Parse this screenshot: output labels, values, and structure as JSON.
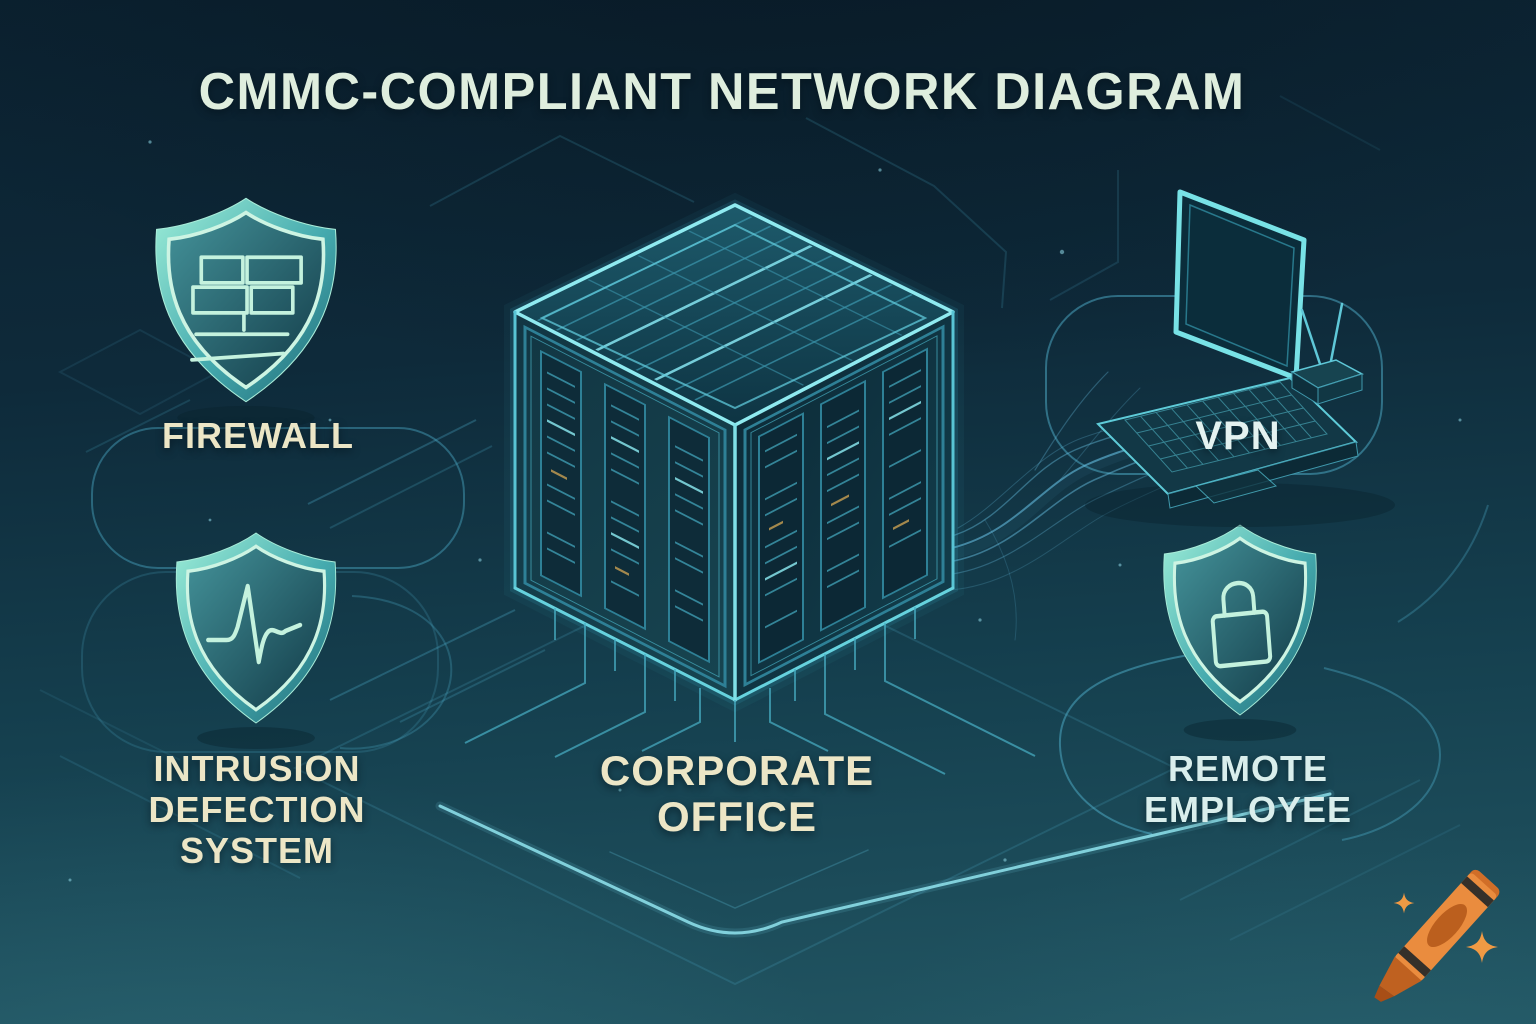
{
  "title": "CMMC-COMPLIANT NETWORK DIAGRAM",
  "nodes": {
    "firewall": {
      "label": "FIREWALL",
      "icon": "shield-brick-wall-icon"
    },
    "intrusion_detection_system": {
      "label": "INTRUSION DEFECTION SYSTEM",
      "lines": [
        "INTRUSION",
        "DEFECTION",
        "SYSTEM"
      ],
      "icon": "shield-pulse-icon"
    },
    "corporate_office": {
      "label": "CORPORATE OFFICE",
      "lines": [
        "CORPORATE",
        "OFFICE"
      ],
      "icon": "isometric-server-cube"
    },
    "vpn": {
      "label": "VPN",
      "icon": "laptop-and-router"
    },
    "remote_employee": {
      "label": "REMOTE EMPLOYEE",
      "lines": [
        "REMOTE",
        "EMPLOYEE"
      ],
      "icon": "shield-padlock-icon"
    }
  },
  "watermark": {
    "icon": "crayon-logo",
    "sparkle_count": 2
  },
  "colors": {
    "background_top": "#0b2130",
    "background_bottom": "#225663",
    "accent_cyan": "#7fdce8",
    "shield_teal_light": "#9deed8",
    "shield_teal_dark": "#1d6674",
    "icon_stroke": "#c4f2de",
    "label_cream": "#ece6c6",
    "label_pale": "#d9eeec",
    "title_mint": "#dfeede",
    "gold_accent": "#c9a052",
    "crayon_orange": "#ea8c3e"
  }
}
